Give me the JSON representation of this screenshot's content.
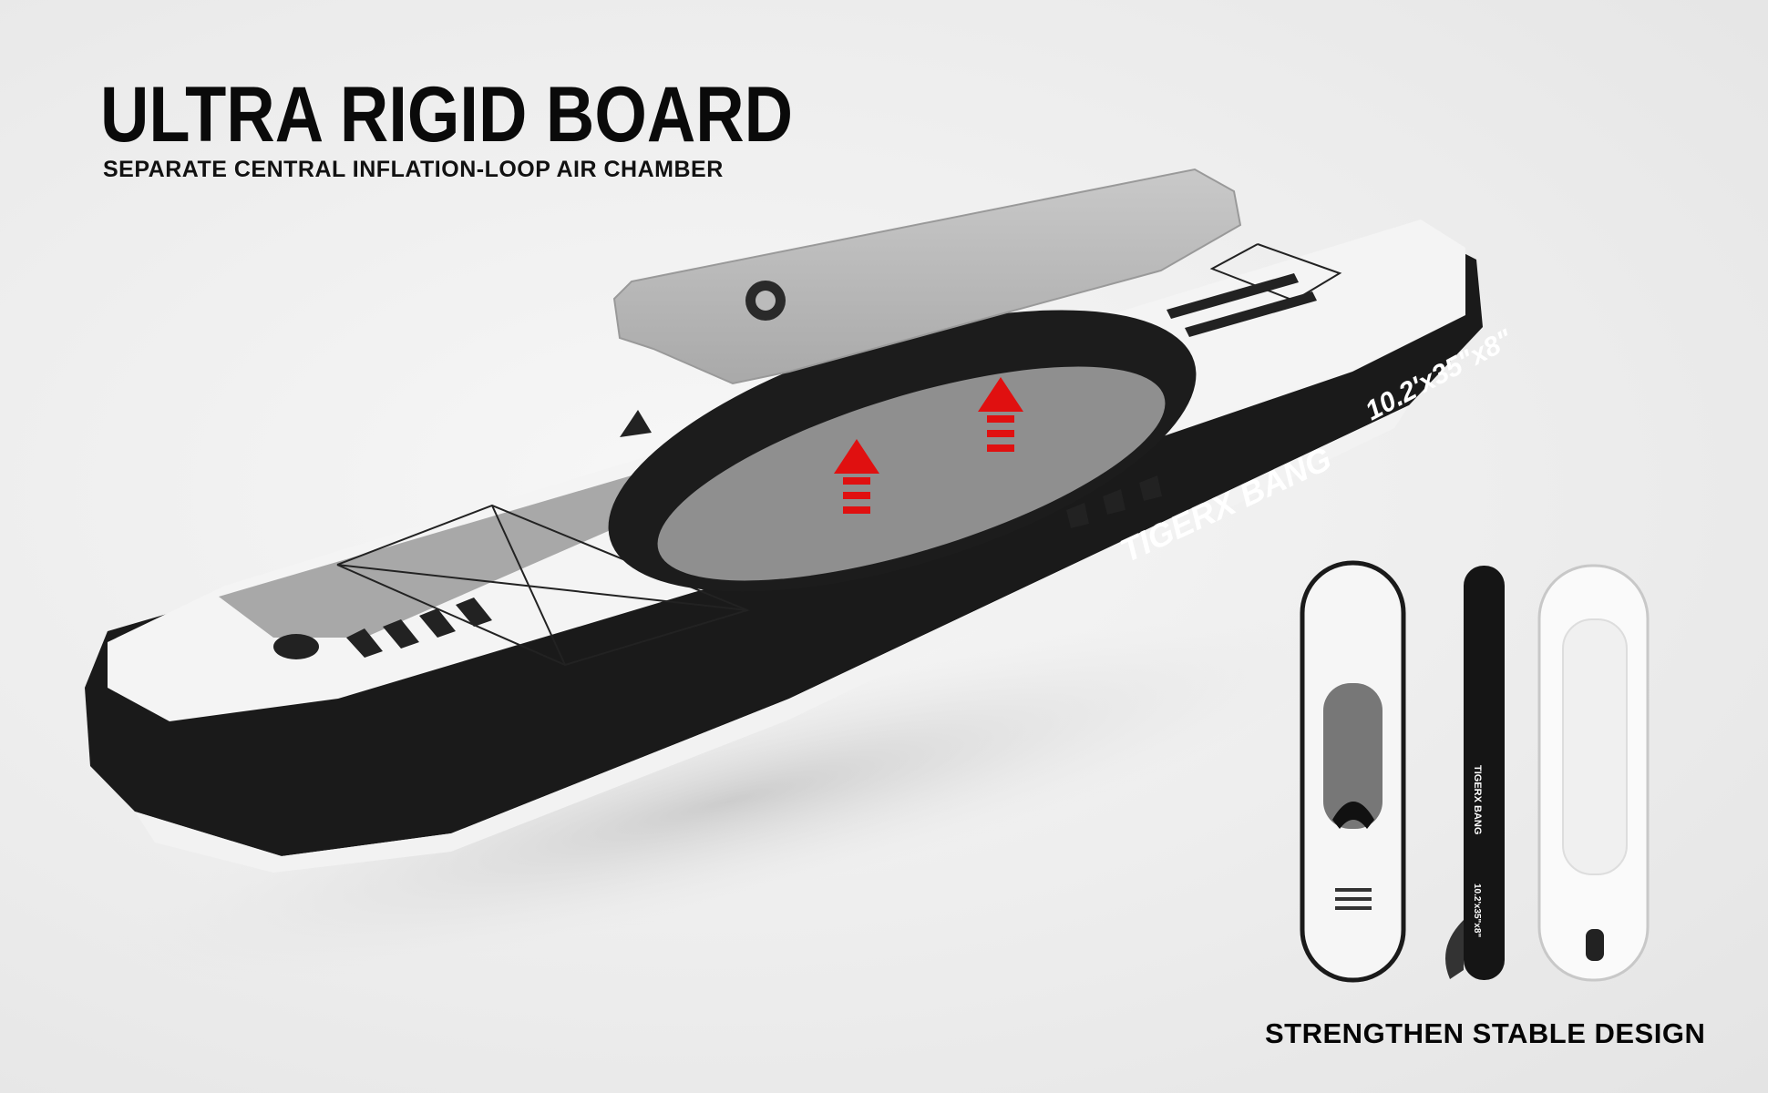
{
  "header": {
    "title": "ULTRA RIGID BOARD",
    "subtitle": "SEPARATE CENTRAL INFLATION-LOOP AIR CHAMBER"
  },
  "product": {
    "brand": "TIGERX BANG",
    "dimensions": "10.2'x35\"x8\"",
    "colors": {
      "hull": "#1a1a1a",
      "deck": "#f4f4f4",
      "pad": "#b9b9b9",
      "arrow": "#e01010"
    }
  },
  "footer": {
    "caption": "STRENGTHEN STABLE DESIGN"
  }
}
